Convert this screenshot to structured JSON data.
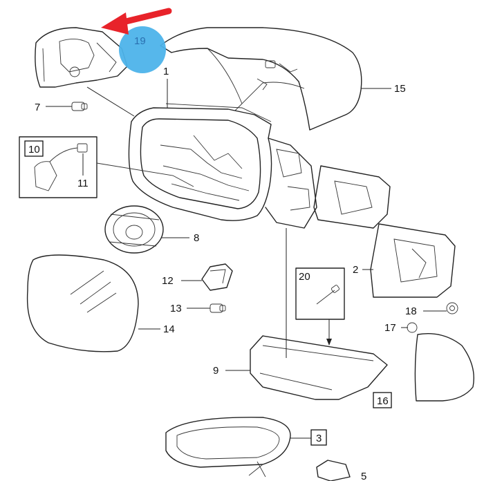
{
  "colors": {
    "highlight_circle": "#4db3ea",
    "arrow": "#e8232a",
    "line": "#222222",
    "background": "#ffffff"
  },
  "callouts": {
    "p1": "1",
    "p2": "2",
    "p3": "3",
    "p5": "5",
    "p7": "7",
    "p8": "8",
    "p9": "9",
    "p10": "10",
    "p11": "11",
    "p12": "12",
    "p13": "13",
    "p14": "14",
    "p15": "15",
    "p16": "16",
    "p17": "17",
    "p18": "18",
    "p19": "19",
    "p20": "20"
  },
  "annotation": {
    "arrow_icon": "red-arrow-icon",
    "highlight": "blue-highlight-circle"
  }
}
